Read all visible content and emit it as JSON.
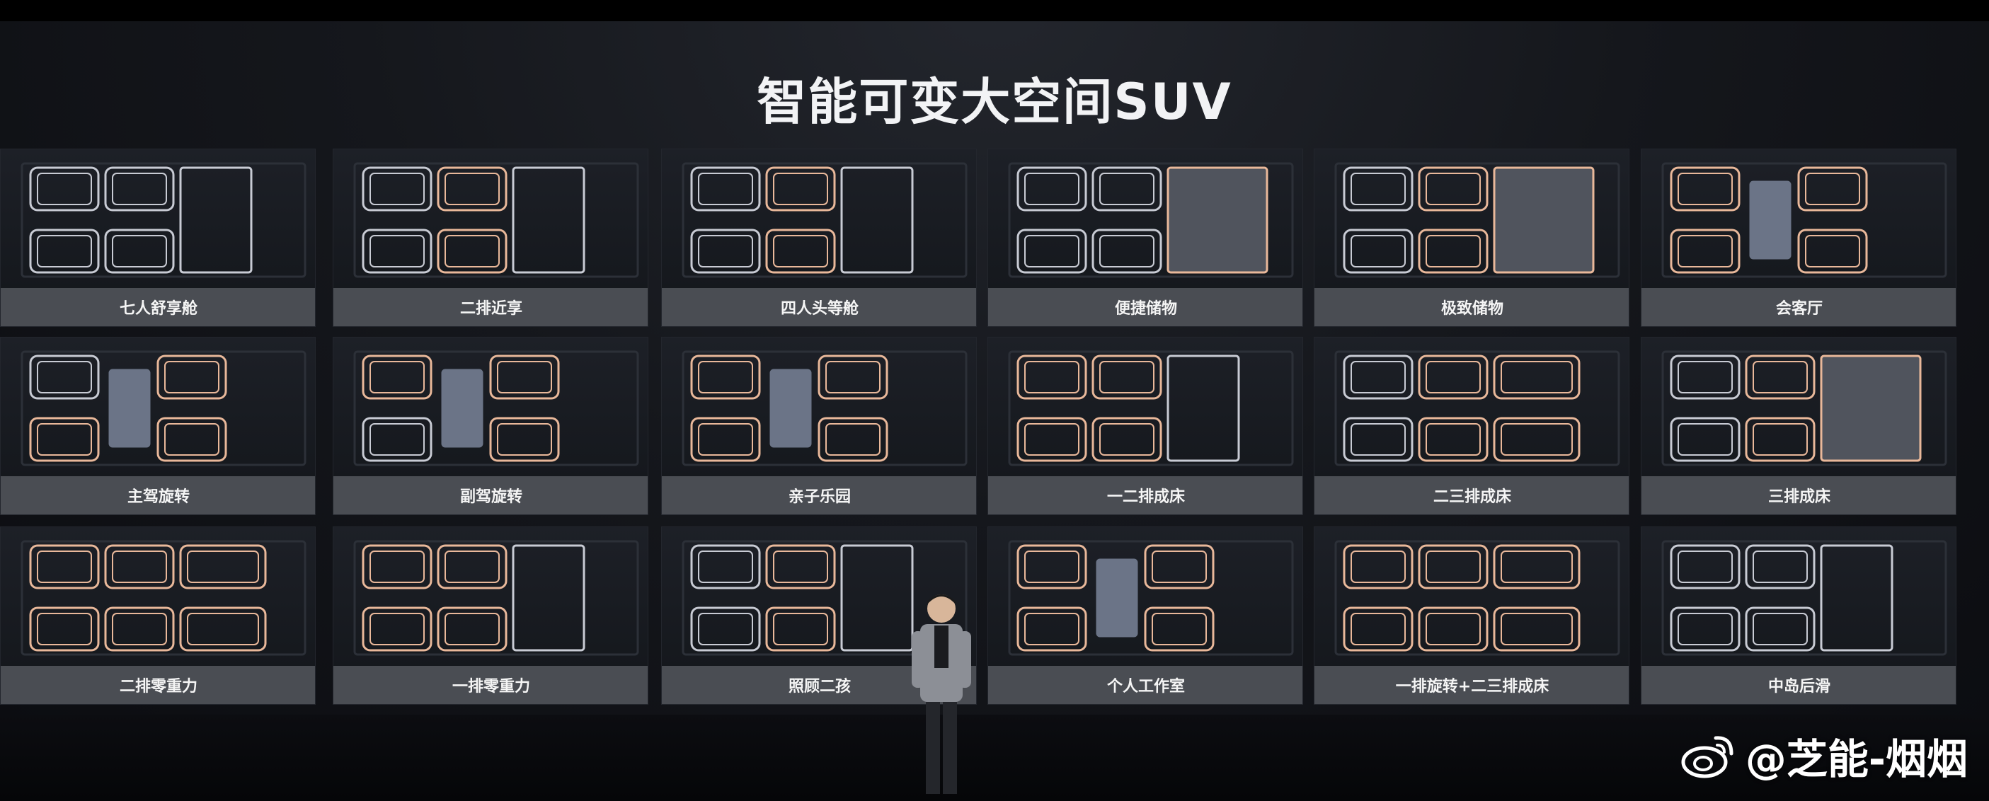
{
  "slide": {
    "title": "智能可变大空间SUV"
  },
  "layouts": [
    {
      "label": "七人舒享舱",
      "icon": "seat-layout-seven-icon"
    },
    {
      "label": "二排近享",
      "icon": "seat-layout-second-row-icon"
    },
    {
      "label": "四人头等舱",
      "icon": "seat-layout-four-first-class-icon"
    },
    {
      "label": "便捷储物",
      "icon": "seat-layout-storage-icon"
    },
    {
      "label": "极致储物",
      "icon": "seat-layout-max-storage-icon"
    },
    {
      "label": "会客厅",
      "icon": "seat-layout-lounge-icon"
    },
    {
      "label": "主驾旋转",
      "icon": "seat-layout-driver-swivel-icon"
    },
    {
      "label": "副驾旋转",
      "icon": "seat-layout-passenger-swivel-icon"
    },
    {
      "label": "亲子乐园",
      "icon": "seat-layout-family-icon"
    },
    {
      "label": "一二排成床",
      "icon": "seat-layout-bed-12-icon"
    },
    {
      "label": "二三排成床",
      "icon": "seat-layout-bed-23-icon"
    },
    {
      "label": "三排成床",
      "icon": "seat-layout-bed-3-icon"
    },
    {
      "label": "二排零重力",
      "icon": "seat-layout-zero-g-2-icon"
    },
    {
      "label": "一排零重力",
      "icon": "seat-layout-zero-g-1-icon"
    },
    {
      "label": "照顾二孩",
      "icon": "seat-layout-two-kids-icon"
    },
    {
      "label": "个人工作室",
      "icon": "seat-layout-studio-icon"
    },
    {
      "label": "一排旋转+二三排成床",
      "icon": "seat-layout-swivel-bed-icon"
    },
    {
      "label": "中岛后滑",
      "icon": "seat-layout-island-slide-icon"
    }
  ],
  "watermark": {
    "handle": "@芝能-烟烟",
    "icon": "weibo-logo-icon"
  },
  "colors": {
    "seat_default": "#c8cbd4",
    "seat_highlight": "#e9b89a",
    "table": "#6b7487",
    "cargo": "#50545d"
  }
}
